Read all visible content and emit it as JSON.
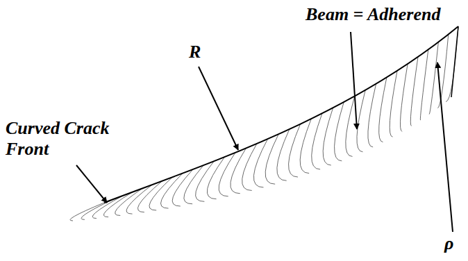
{
  "diagram": {
    "labels": [
      "Curved Crack Front",
      "R",
      "Beam = Adherend",
      "ρ"
    ]
  }
}
